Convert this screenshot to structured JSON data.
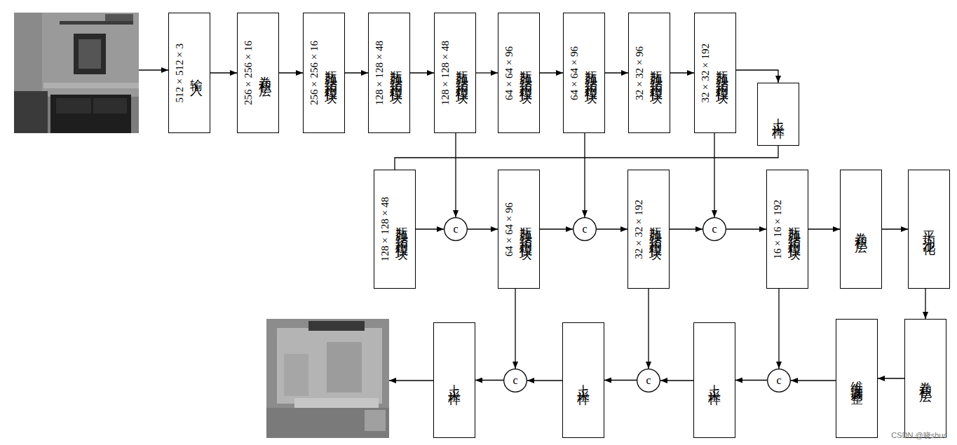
{
  "diagram": {
    "nodes": [
      {
        "text": [
          "512×512×3",
          "输入"
        ]
      },
      {
        "text": [
          "256×256×16",
          "卷积层"
        ]
      },
      {
        "text": [
          "256×256×16",
          "瓶颈结构模块"
        ]
      },
      {
        "text": [
          "128×128×48",
          "瓶颈结构模块"
        ]
      },
      {
        "text": [
          "128×128×48",
          "瓶颈结构模块"
        ]
      },
      {
        "text": [
          "64×64×96",
          "瓶颈结构模块"
        ]
      },
      {
        "text": [
          "64×64×96",
          "瓶颈结构模块"
        ]
      },
      {
        "text": [
          "32×32×96",
          "瓶颈结构模块"
        ]
      },
      {
        "text": [
          "32×32×192",
          "瓶颈结构模块"
        ]
      },
      {
        "text": [
          "上采样"
        ]
      },
      {
        "text": [
          "128×128×48",
          "瓶颈结构模块"
        ]
      },
      {
        "text": [
          "c"
        ]
      },
      {
        "text": [
          "64×64×96",
          "瓶颈结构模块"
        ]
      },
      {
        "text": [
          "c"
        ]
      },
      {
        "text": [
          "32×32×192",
          "瓶颈结构模块"
        ]
      },
      {
        "text": [
          "c"
        ]
      },
      {
        "text": [
          "16×16×192",
          "瓶颈结构模块"
        ]
      },
      {
        "text": [
          "卷积层"
        ]
      },
      {
        "text": [
          "平均池化"
        ]
      },
      {
        "text": [
          "卷积层"
        ]
      },
      {
        "text": [
          "维度调整"
        ]
      },
      {
        "text": [
          "c"
        ]
      },
      {
        "text": [
          "上采样"
        ]
      },
      {
        "text": [
          "c"
        ]
      },
      {
        "text": [
          "上采样"
        ]
      },
      {
        "text": [
          "c"
        ]
      },
      {
        "text": [
          "上采样"
        ]
      }
    ],
    "edges": [
      {
        "from": 0,
        "to": 1,
        "arrow": "to"
      },
      {
        "from": 1,
        "to": 2,
        "arrow": "to"
      },
      {
        "from": 2,
        "to": 3,
        "arrow": "to"
      },
      {
        "from": 3,
        "to": 4,
        "arrow": "to"
      },
      {
        "from": 4,
        "to": 5,
        "arrow": "to"
      },
      {
        "from": 5,
        "to": 6,
        "arrow": "to"
      },
      {
        "from": 6,
        "to": 7,
        "arrow": "to"
      },
      {
        "from": 7,
        "to": 8,
        "arrow": "to"
      },
      {
        "from": 8,
        "to": 9,
        "arrow": "to"
      },
      {
        "from": 9,
        "to": 10,
        "arrow": "none"
      },
      {
        "from": 10,
        "to": 11,
        "arrow": "to"
      },
      {
        "from": 4,
        "to": 11,
        "arrow": "to"
      },
      {
        "from": 11,
        "to": 12,
        "arrow": "to"
      },
      {
        "from": 12,
        "to": 13,
        "arrow": "to"
      },
      {
        "from": 6,
        "to": 13,
        "arrow": "to"
      },
      {
        "from": 13,
        "to": 14,
        "arrow": "to"
      },
      {
        "from": 14,
        "to": 15,
        "arrow": "to"
      },
      {
        "from": 8,
        "to": 15,
        "arrow": "to"
      },
      {
        "from": 15,
        "to": 16,
        "arrow": "to"
      },
      {
        "from": 16,
        "to": 17,
        "arrow": "to"
      },
      {
        "from": 17,
        "to": 18,
        "arrow": "to"
      },
      {
        "from": 18,
        "to": 19,
        "arrow": "to"
      },
      {
        "from": 19,
        "to": 20,
        "arrow": "to"
      },
      {
        "from": 20,
        "to": 21,
        "arrow": "to"
      },
      {
        "from": 16,
        "to": 21,
        "arrow": "to"
      },
      {
        "from": 21,
        "to": 22,
        "arrow": "to"
      },
      {
        "from": 22,
        "to": 23,
        "arrow": "to"
      },
      {
        "from": 14,
        "to": 23,
        "arrow": "to"
      },
      {
        "from": 23,
        "to": 24,
        "arrow": "to"
      },
      {
        "from": 24,
        "to": 25,
        "arrow": "to"
      },
      {
        "from": 12,
        "to": 25,
        "arrow": "to"
      },
      {
        "from": 25,
        "to": 26,
        "arrow": "to"
      }
    ],
    "labels": [
      "CSDN @晓shuc"
    ]
  }
}
